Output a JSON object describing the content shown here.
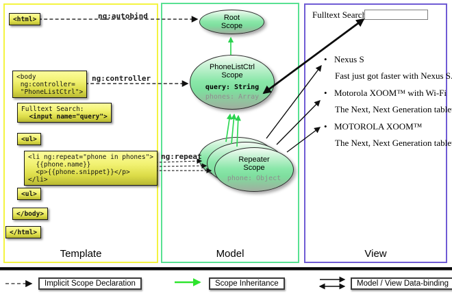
{
  "columns": {
    "template_title": "Template",
    "model_title": "Model",
    "view_title": "View"
  },
  "template": {
    "html_open": "<html>",
    "body_open": "<body\n ng:controller=\n \"PhoneListCtrl\">",
    "fulltext_label": "Fulltext Search:",
    "fulltext_input": "  <input name=\"query\">",
    "ul_open": "<ul>",
    "li_repeat": "<li ng:repeat=\"phone in phones\">\n  {{phone.name}}\n  <p>{{phone.snippet}}</p>\n</li>",
    "ul_close": "<ul>",
    "body_close": "</body>",
    "html_close": "</html>"
  },
  "arrows": {
    "autobind_label": "ng:autobind",
    "controller_label": "ng:controller",
    "repeat_label": "ng:repeat"
  },
  "model": {
    "root_scope_name": "Root\nScope",
    "phonelist_scope_name": "PhoneListCtrl\nScope",
    "phonelist_query": "query: String",
    "phonelist_phones": "phones: Array",
    "repeater_scope_name": "Repeater\nScope",
    "repeater_phone": "phone: Object"
  },
  "view": {
    "fulltext_label": "Fulltext Search:",
    "search_value": "",
    "items": [
      {
        "title": "Nexus S",
        "desc": "Fast just got faster with Nexus S."
      },
      {
        "title": "Motorola XOOM™ with Wi-Fi",
        "desc": "The Next, Next Generation tablet."
      },
      {
        "title": "MOTOROLA XOOM™",
        "desc": "The Next, Next Generation tablet."
      }
    ]
  },
  "legend": {
    "implicit_label": "Implicit Scope Declaration",
    "inheritance_label": "Scope Inheritance",
    "databinding_label": "Model / View Data-binding"
  }
}
